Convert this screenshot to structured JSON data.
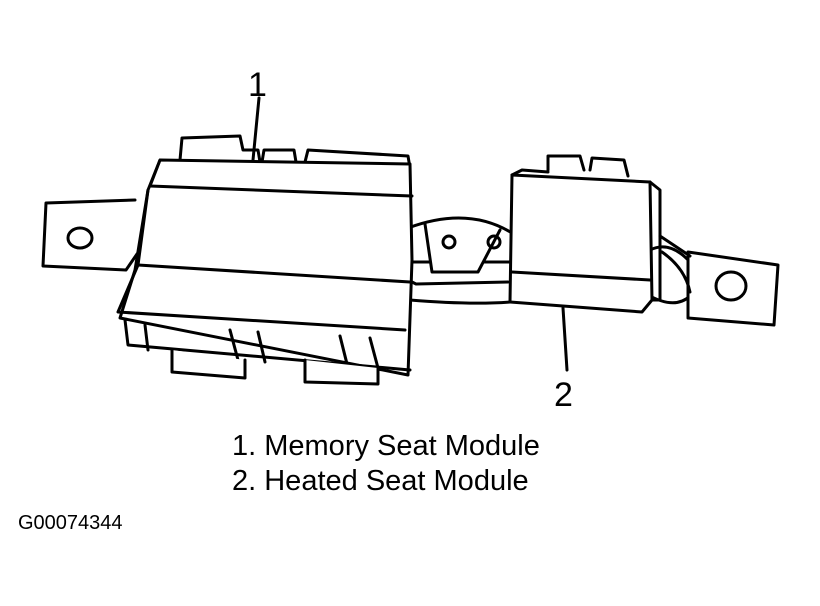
{
  "diagram": {
    "callouts": [
      {
        "label": "1",
        "target": "memory-seat-module"
      },
      {
        "label": "2",
        "target": "heated-seat-module"
      }
    ],
    "legend": [
      "1. Memory Seat Module",
      "2. Heated Seat Module"
    ],
    "figure_id": "G00074344"
  }
}
